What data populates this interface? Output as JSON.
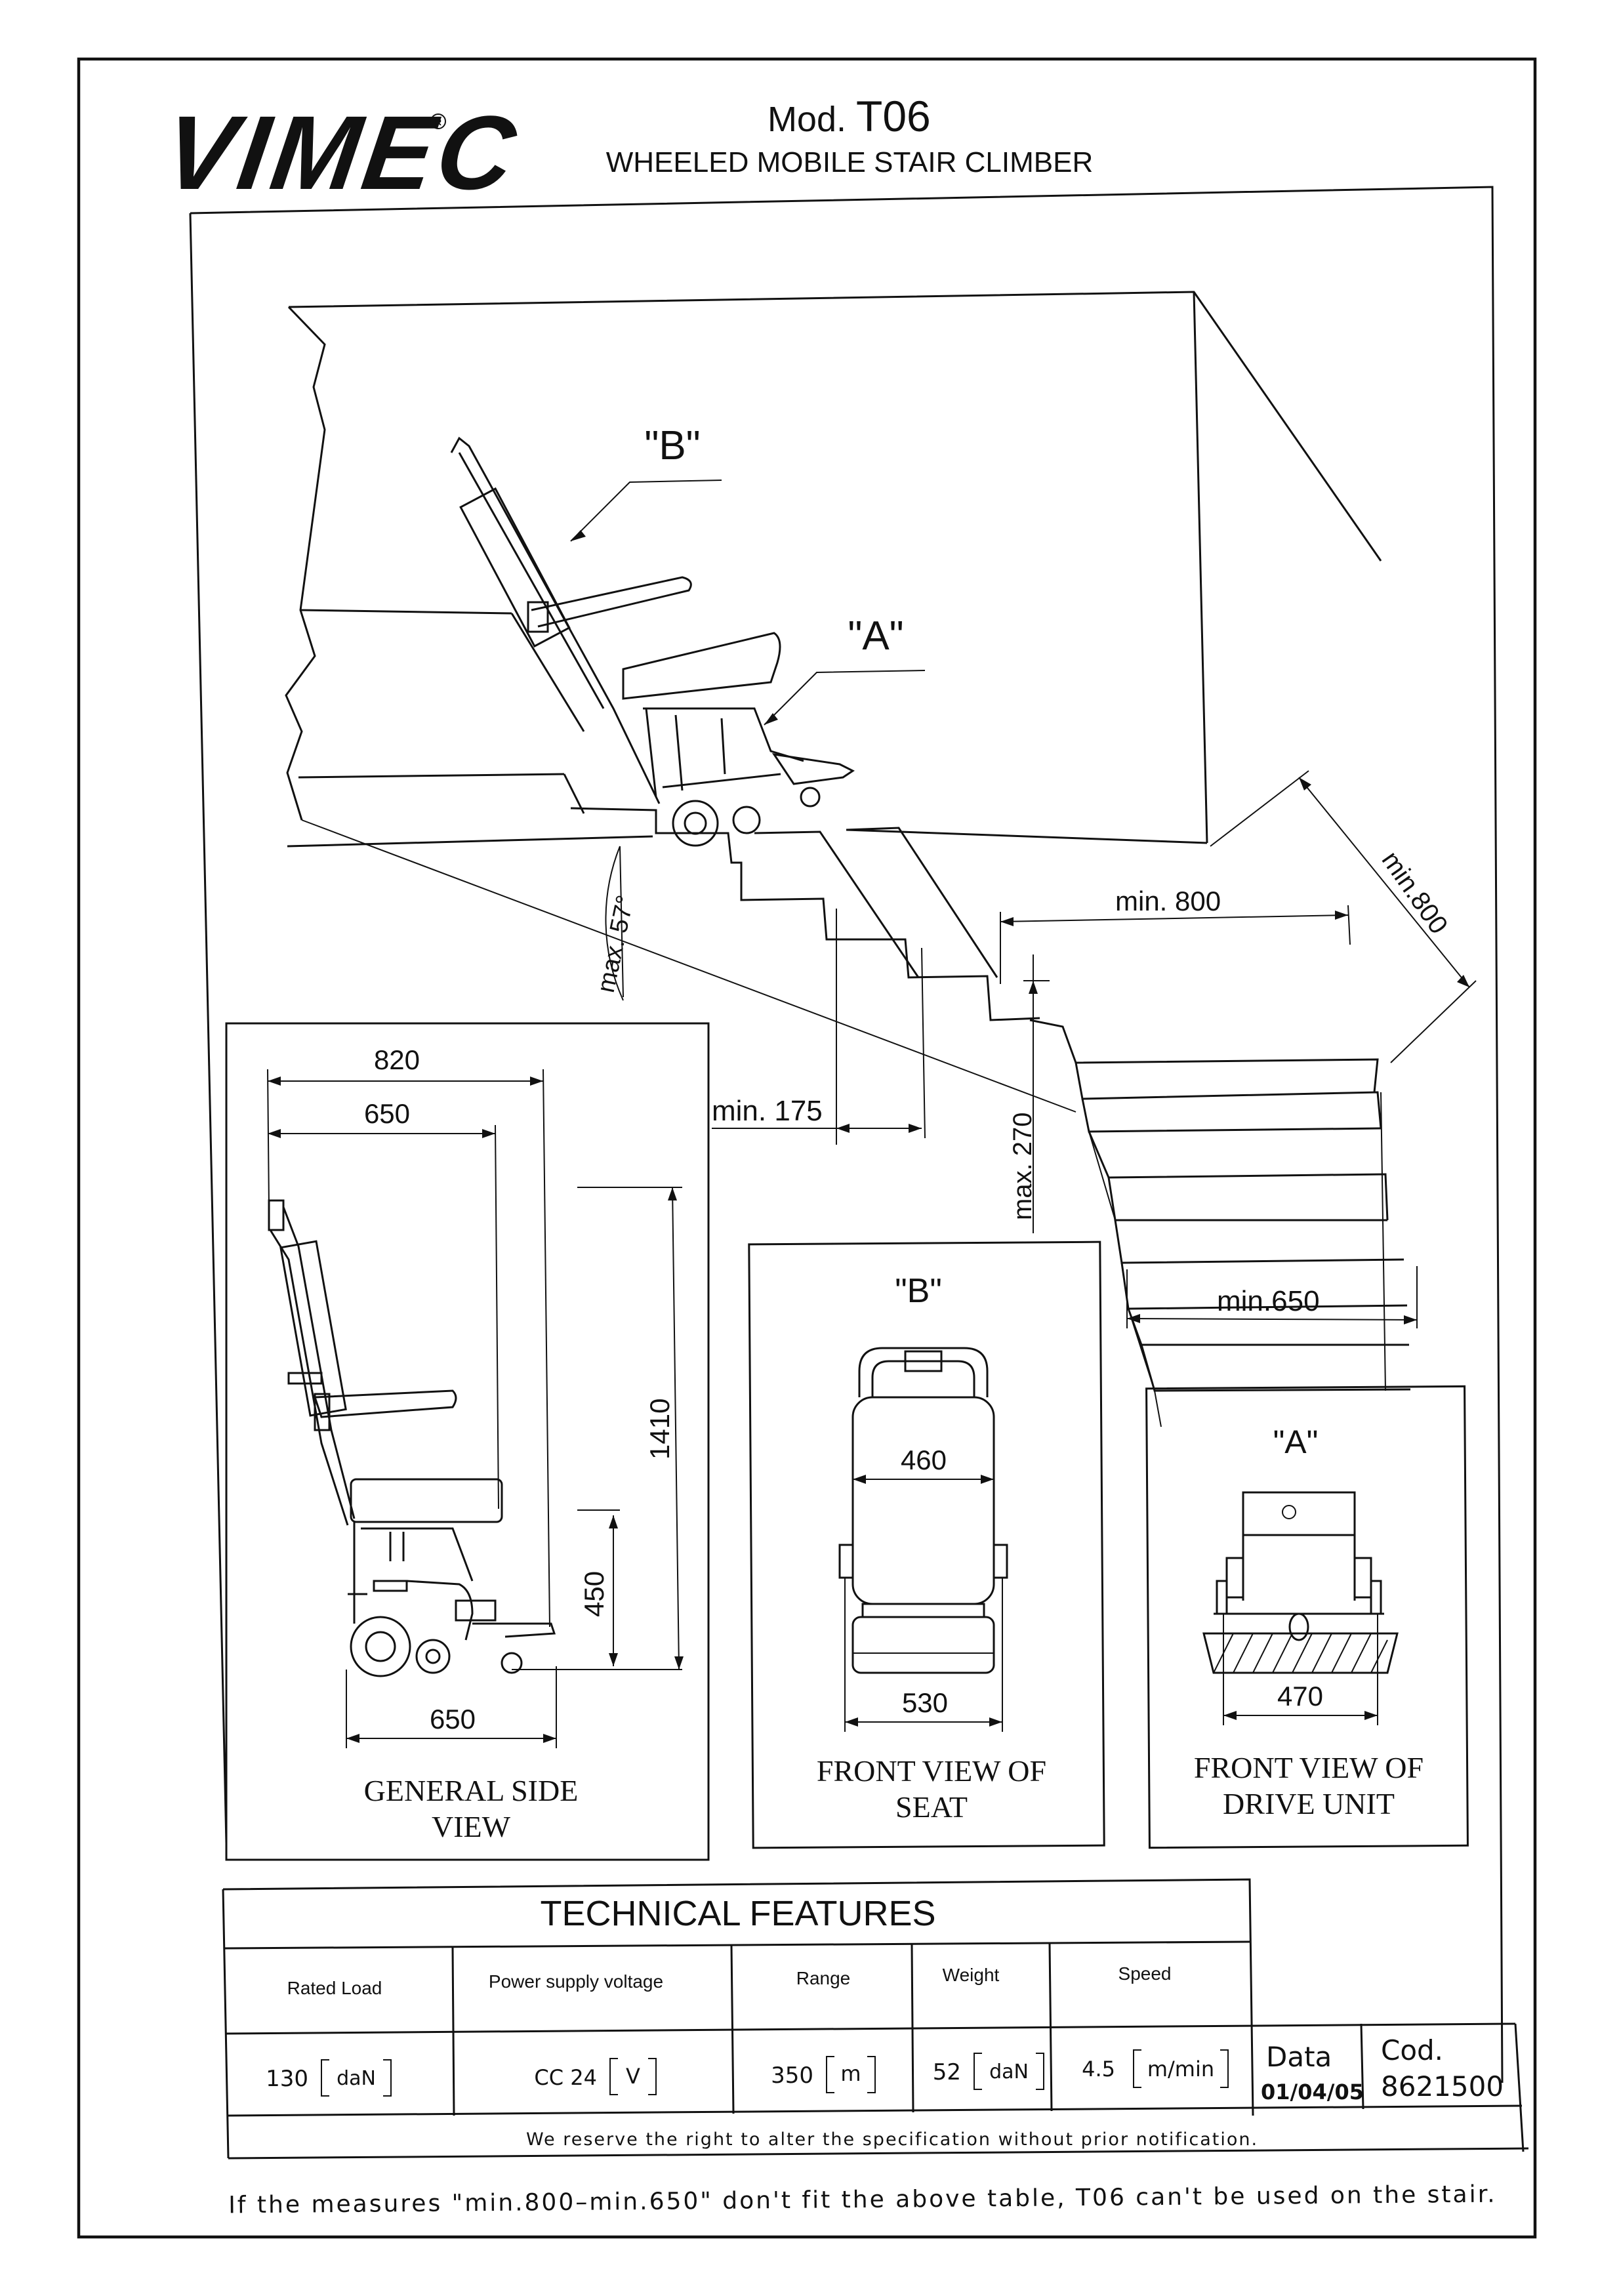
{
  "header": {
    "logo": "VIMEC",
    "model_prefix": "Mod.",
    "model": "T06",
    "subtitle": "WHEELED MOBILE STAIR CLIMBER"
  },
  "stair_drawing": {
    "label_b": "\"B\"",
    "label_a": "\"A\"",
    "max_angle": "max. 57°",
    "min_175": "min. 175",
    "max_270": "max. 270",
    "min_800_width": "min. 800",
    "min_800_depth": "min.800",
    "min_650": "min.650"
  },
  "side_view": {
    "dim_820": "820",
    "dim_650_top": "650",
    "dim_1410": "1410",
    "dim_450": "450",
    "dim_650_bottom": "650",
    "caption_line1": "GENERAL SIDE",
    "caption_line2": "VIEW"
  },
  "seat_view": {
    "label": "\"B\"",
    "dim_460": "460",
    "dim_530": "530",
    "caption_line1": "FRONT VIEW OF",
    "caption_line2": "SEAT"
  },
  "drive_view": {
    "label": "\"A\"",
    "dim_470": "470",
    "caption_line1": "FRONT VIEW OF",
    "caption_line2": "DRIVE UNIT"
  },
  "technical_features": {
    "title": "TECHNICAL FEATURES",
    "columns": [
      "Rated Load",
      "Power supply voltage",
      "Range",
      "Weight",
      "Speed"
    ],
    "values": [
      {
        "num": "130",
        "unit": "daN"
      },
      {
        "num": "CC 24",
        "unit": "V"
      },
      {
        "num": "350",
        "unit": "m"
      },
      {
        "num": "52",
        "unit": "daN"
      },
      {
        "num": "4.5",
        "unit": "m/min"
      }
    ],
    "note": "We reserve the right to alter the specification without prior notification."
  },
  "doc_info": {
    "data_label": "Data",
    "data_value": "01/04/05",
    "cod_label": "Cod.",
    "cod_value": "8621500"
  },
  "footer_note": "If the measures \"min.800–min.650\" don't fit the above table, T06 can't be used on the stair."
}
